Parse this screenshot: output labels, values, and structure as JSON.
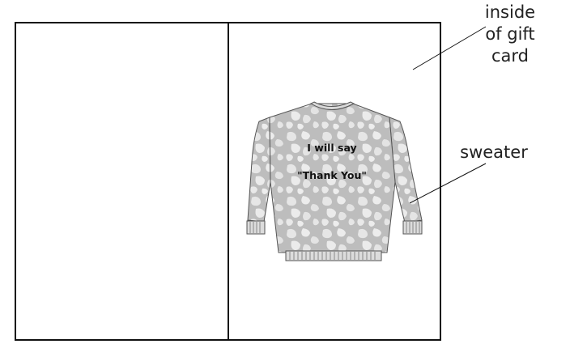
{
  "labels": {
    "inside_card": [
      "inside",
      "of gift",
      "card"
    ],
    "sweater": "sweater"
  },
  "sweater_text": {
    "line1": "I will say",
    "line2": "\"Thank You\""
  },
  "colors": {
    "outline": "#111111",
    "sweater_base": "#bdbdbd",
    "sweater_light": "#e6e6e6",
    "background": "#ffffff"
  }
}
